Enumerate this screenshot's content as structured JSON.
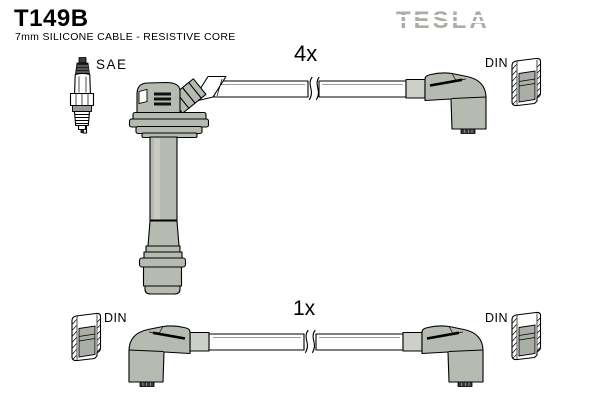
{
  "header": {
    "product_code": "T149B",
    "product_description": "7mm SILICONE CABLE - RESISTIVE CORE",
    "brand_logo_text": "TESLA"
  },
  "diagram": {
    "top_cable_set": {
      "quantity_label": "4x",
      "spark_plug_terminal_label": "SAE",
      "distributor_terminal_label": "DIN"
    },
    "single_cable": {
      "quantity_label": "1x",
      "left_terminal_label": "DIN",
      "right_terminal_label": "DIN"
    }
  },
  "colors": {
    "part_gray": "#b6bbb2",
    "part_gray_light": "#ccd0c8",
    "plug_inner_gray": "#a9aea6",
    "logo_gray": "#a9aea6",
    "outline": "#000000"
  }
}
